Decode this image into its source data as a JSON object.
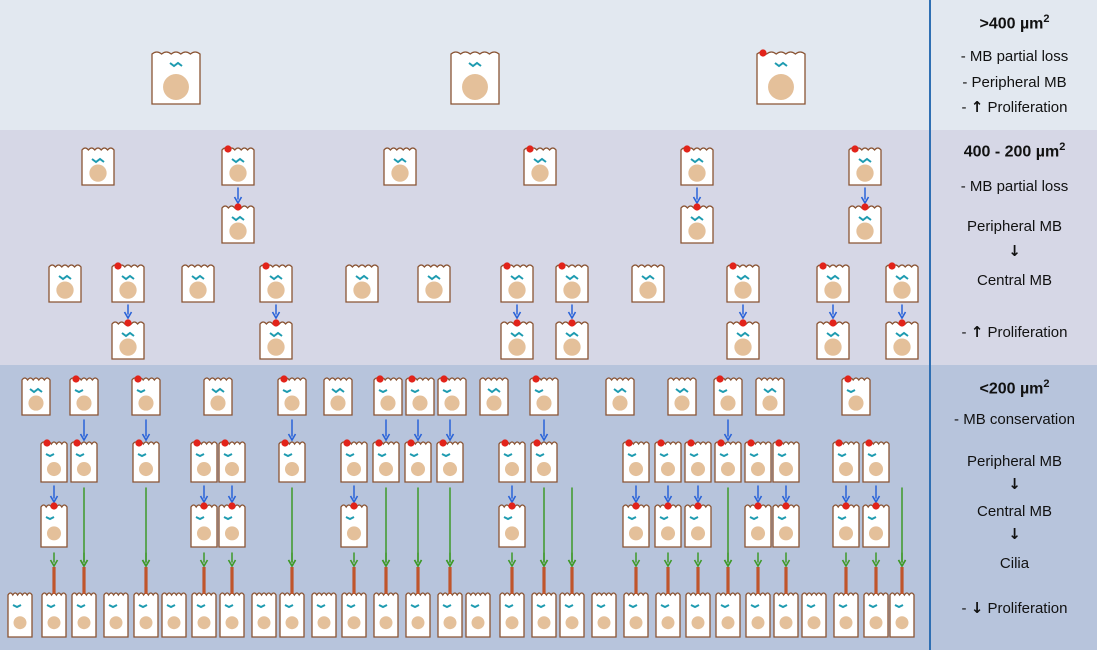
{
  "colors": {
    "band_top": "#e2e8f0",
    "band_mid": "#d6d7e6",
    "band_bottom": "#b7c4dc",
    "divider": "#2f6fb3",
    "cell_outline": "#8a5434",
    "nucleus": "#e4c09a",
    "marker_red": "#e2231a",
    "basal_body": "#1e9bb0",
    "blue_arrow": "#2a63d8",
    "green_arrow": "#3f9a2a",
    "cilium": "#c0552b",
    "line": "#111111"
  },
  "panels": {
    "top": {
      "heading": ">400 µm",
      "sup": "2",
      "lines": [
        "- MB partial loss",
        "- Peripheral MB",
        "Proliferation"
      ],
      "prolif_prefix": "-",
      "prolif_arrow": "↑"
    },
    "middle": {
      "heading": "400 - 200 µm",
      "sup": "2",
      "loss": "-  MB partial loss",
      "from": "Peripheral MB",
      "arrow": "↓",
      "to": "Central MB",
      "prolif_prefix": "-",
      "prolif_arrow": "↑",
      "prolif": "Proliferation"
    },
    "bottom": {
      "heading": "<200 µm",
      "sup": "2",
      "conservation": "- MB conservation",
      "from": "Peripheral MB",
      "arrow1": "↓",
      "to": "Central MB",
      "arrow2": "↓",
      "cilia": "Cilia",
      "prolif_prefix": "-",
      "prolif_arrow": "↓",
      "prolif": "Proliferation"
    }
  }
}
